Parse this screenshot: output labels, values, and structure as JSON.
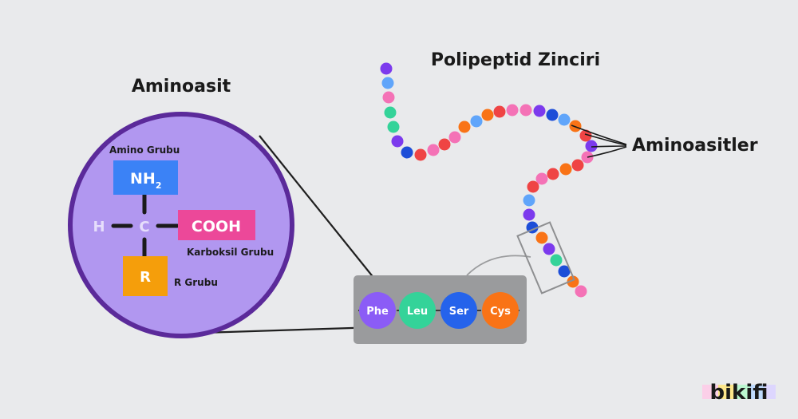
{
  "titles": {
    "aminoasit": "Aminoasit",
    "polipeptid": "Polipeptid Zinciri",
    "aminoasitler": "Aminoasitler"
  },
  "molecule": {
    "amino_label": "Amino Grubu",
    "nh_main": "NH",
    "nh_sub": "2",
    "h": "H",
    "c": "C",
    "cooh": "COOH",
    "carboxyl_label": "Karboksil Grubu",
    "r": "R",
    "r_label": "R Grubu"
  },
  "segment": {
    "beads": [
      {
        "label": "Phe",
        "color": "#8b5cf6"
      },
      {
        "label": "Leu",
        "color": "#34d399"
      },
      {
        "label": "Ser",
        "color": "#2563eb"
      },
      {
        "label": "Cys",
        "color": "#f97316"
      }
    ]
  },
  "logo": "bikifi",
  "colors": {
    "background": "#e9eaec",
    "circle_fill": "#b197f0",
    "circle_stroke": "#5b2a9a",
    "amino_box": "#3b82f6",
    "carboxyl_box": "#ec4899",
    "r_box": "#f59e0b",
    "segment_box": "#9a9b9d",
    "chain_palette": [
      "#7c3aed",
      "#60a5fa",
      "#f472b6",
      "#34d399",
      "#1d4ed8",
      "#ef4444",
      "#f97316"
    ]
  }
}
